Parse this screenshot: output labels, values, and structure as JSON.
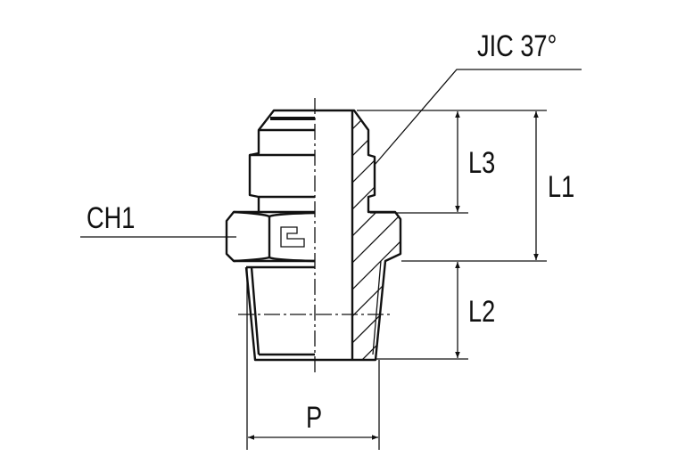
{
  "drawing": {
    "title": "JIC 37° male to tapered thread adaptor",
    "labels": {
      "jic": "JIC 37°",
      "ch1": "CH1",
      "l1": "L1",
      "l2": "L2",
      "l3": "L3",
      "p": "P"
    }
  }
}
